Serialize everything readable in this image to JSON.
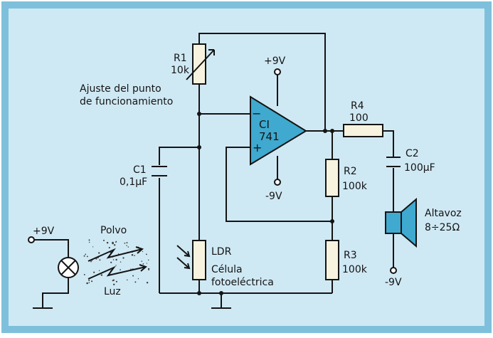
{
  "colors": {
    "background": "#cfe9f4",
    "border": "#7ec0db",
    "line": "#141414",
    "component_fill": "#f7f3df",
    "opamp_fill": "#3fa9cf",
    "speaker_fill": "#3fa9cf",
    "ray": "#1a1a1a"
  },
  "labels": {
    "r1_name": "R1",
    "r1_value": "10k",
    "r1_note_line1": "Ajuste del punto",
    "r1_note_line2": "de funcionamiento",
    "opamp_supply_pos": "+9V",
    "opamp_supply_neg": "-9V",
    "opamp_inv": "−",
    "opamp_noninv": "+",
    "opamp_name": "CI",
    "opamp_code": "741",
    "r4_name": "R4",
    "r4_value": "100",
    "c2_name": "C2",
    "c2_value": "100µF",
    "r2_name": "R2",
    "r2_value": "100k",
    "r3_name": "R3",
    "r3_value": "100k",
    "c1_name": "C1",
    "c1_value": "0,1µF",
    "ldr_name": "LDR",
    "ldr_desc_line1": "Célula",
    "ldr_desc_line2": "fotoeléctrica",
    "speaker_name": "Altavoz",
    "speaker_value": "8÷25Ω",
    "speaker_supply": "-9V",
    "lamp_supply": "+9V",
    "dust_label": "Polvo",
    "light_label": "Luz"
  },
  "icons": [
    "resistor-icon",
    "variable-resistor-icon",
    "capacitor-icon",
    "opamp-icon",
    "ldr-icon",
    "lamp-icon",
    "speaker-icon",
    "ground-icon",
    "light-ray-icon"
  ]
}
